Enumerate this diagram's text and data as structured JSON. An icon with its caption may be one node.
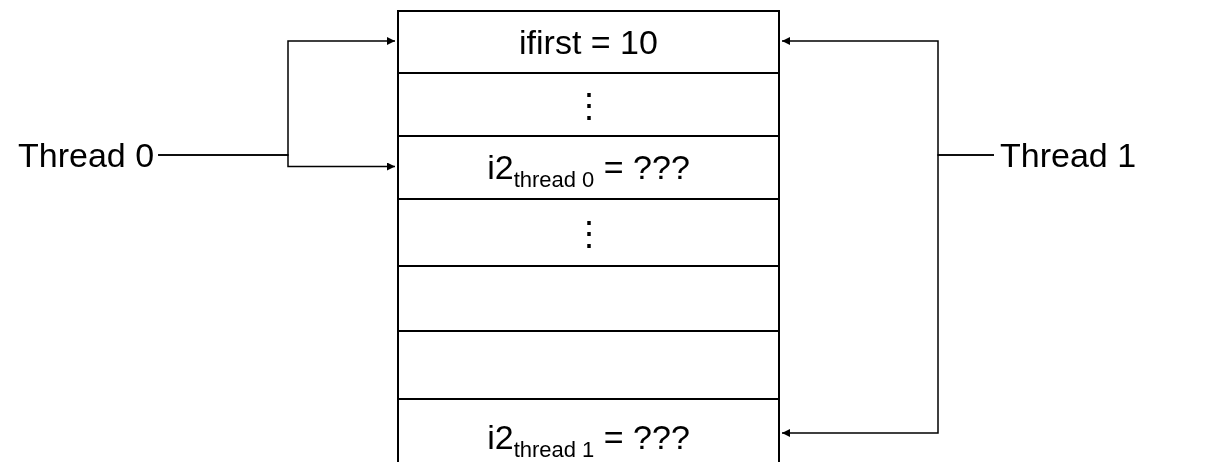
{
  "diagram": {
    "nodes": [
      {
        "text": [
          "Thread 0"
        ]
      },
      {
        "text": [
          "Thread 1"
        ]
      },
      {
        "text": [
          "ifirst = 10"
        ]
      },
      {
        "text": [
          "⋮"
        ]
      },
      {
        "text": [
          "i2$_{thread 0}$ = ???"
        ]
      },
      {
        "text": [
          "⋮"
        ]
      },
      {
        "text": [],
        "shape": "box"
      },
      {
        "text": [],
        "shape": "box"
      },
      {
        "text": [
          "i2$_{thread 1}$ = ???"
        ]
      }
    ],
    "edges": [
      {
        "from": 0,
        "to": 2,
        "arrow": "to"
      },
      {
        "from": 0,
        "to": 4,
        "arrow": "to"
      },
      {
        "from": 1,
        "to": 2,
        "arrow": "to"
      },
      {
        "from": 1,
        "to": 8,
        "arrow": "to"
      }
    ]
  }
}
